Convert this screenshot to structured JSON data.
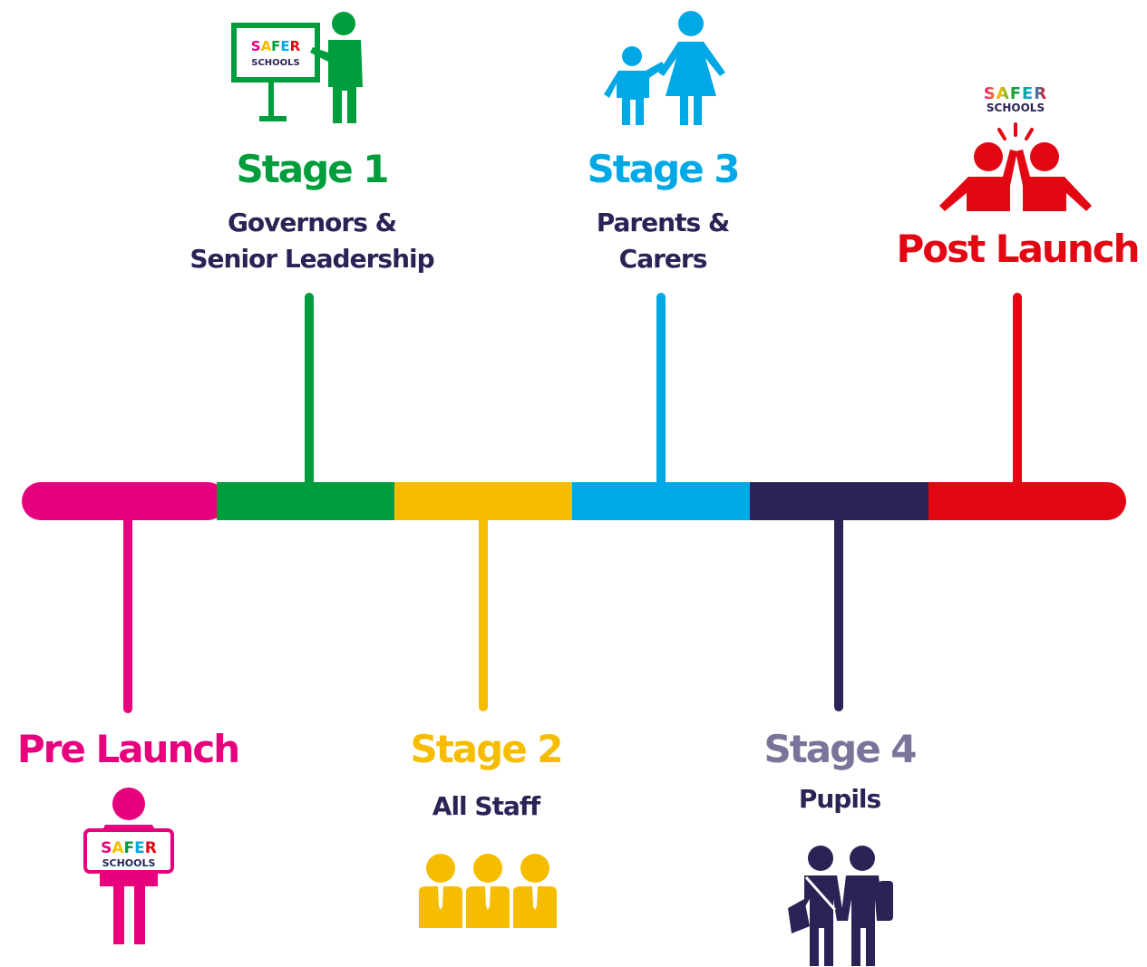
{
  "stages": {
    "pre_launch": {
      "title": "Pre Launch",
      "subtitle": "",
      "color": "#e6007e"
    },
    "stage1": {
      "title": "Stage 1",
      "subtitle_line1": "Governors &",
      "subtitle_line2": "Senior Leadership",
      "color": "#009d3c"
    },
    "stage2": {
      "title": "Stage 2",
      "subtitle": "All Staff",
      "color": "#f6bd00"
    },
    "stage3": {
      "title": "Stage 3",
      "subtitle_line1": "Parents &",
      "subtitle_line2": "Carers",
      "color": "#00a9e6"
    },
    "stage4": {
      "title": "Stage 4",
      "subtitle": "Pupils",
      "color": "#7b7399"
    },
    "post_launch": {
      "title": "Post Launch",
      "subtitle": "",
      "color": "#e30613"
    }
  },
  "logo": {
    "line1": "SAFER",
    "line2": "SCHOOLS"
  },
  "timeline": {
    "segment_colors": [
      "#e6007e",
      "#009d3c",
      "#f6bd00",
      "#00a9e6",
      "#2a2356",
      "#e30613"
    ],
    "connector_colors": [
      "#e6007e",
      "#009d3c",
      "#f6bd00",
      "#00a9e6",
      "#2a2356",
      "#e30613"
    ]
  },
  "icons": {
    "pre_launch": "person-holding-sign-icon",
    "stage1": "presenter-whiteboard-icon",
    "stage2": "staff-group-icon",
    "stage3": "parent-child-icon",
    "stage4": "pupils-icon",
    "post_launch": "high-five-icon"
  }
}
